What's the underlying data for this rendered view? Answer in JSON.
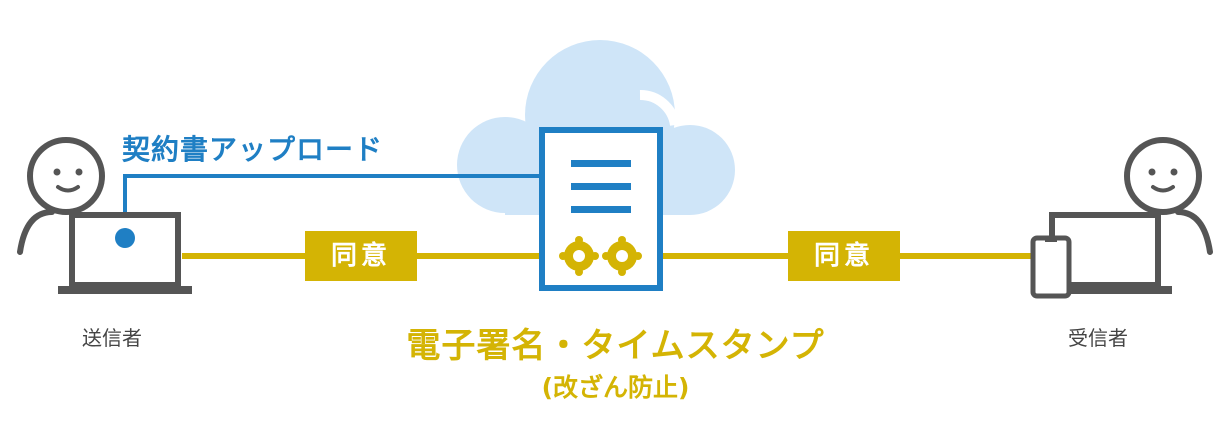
{
  "upload_label": "契約書アップロード",
  "agree_label": "同意",
  "sender_label": "送信者",
  "receiver_label": "受信者",
  "main_label": "電子署名・タイムスタンプ",
  "sub_label": "(改ざん防止)",
  "colors": {
    "blue": "#1f7fc4",
    "cloud": "#cfe5f8",
    "gold": "#d4b404",
    "gray": "#555555"
  }
}
